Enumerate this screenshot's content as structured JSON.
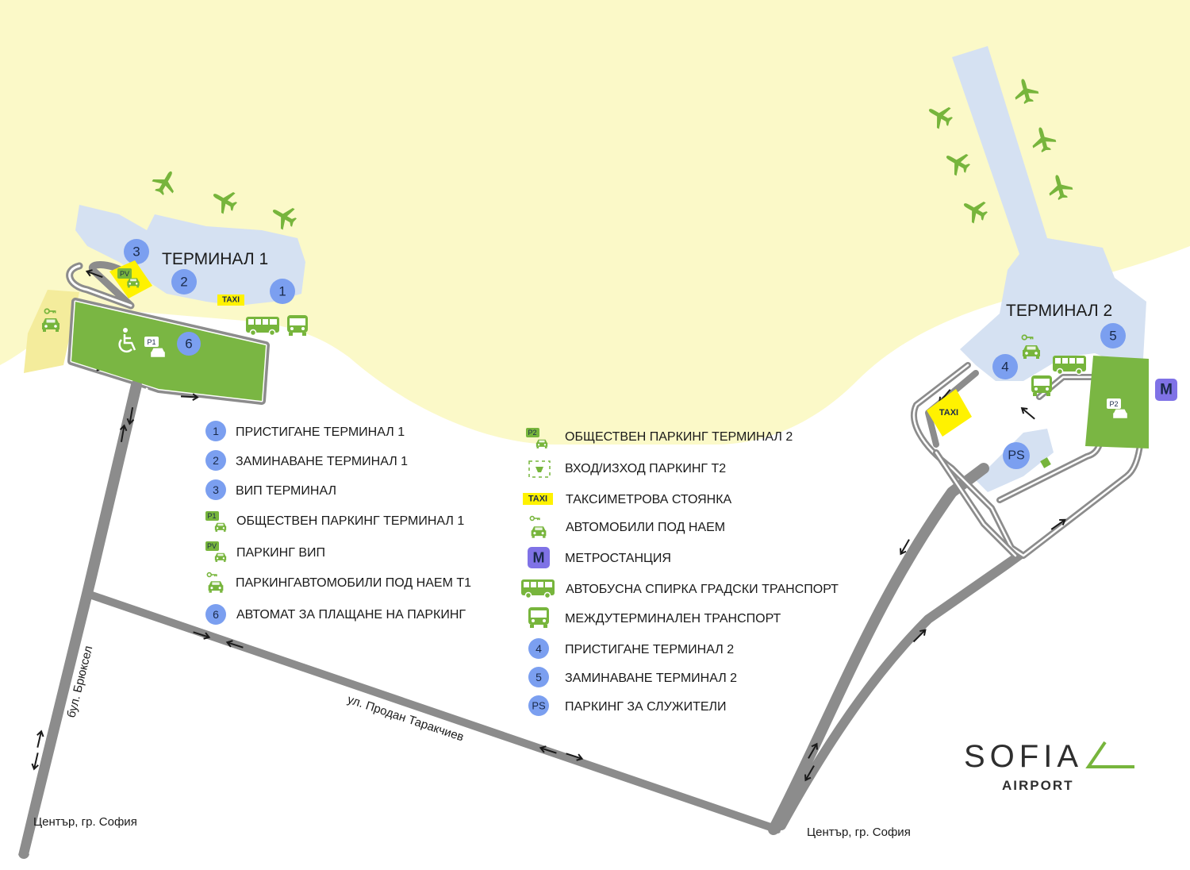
{
  "terminals": {
    "t1_title": "ТЕРМИНАЛ 1",
    "t2_title": "ТЕРМИНАЛ 2"
  },
  "badges": {
    "b1": "1",
    "b2": "2",
    "b3": "3",
    "b4": "4",
    "b5": "5",
    "b6": "6",
    "ps": "PS",
    "taxi": "TAXI",
    "metro": "M",
    "p1": "P1",
    "p2": "P2",
    "pv": "PV"
  },
  "streets": {
    "bruxel": "бул. Брюксел",
    "prodan": "ул. Продан Таракчиев",
    "center_left": "Център, гр. София",
    "center_right": "Център, гр. София"
  },
  "legend_left": [
    {
      "icon": "1",
      "label": "ПРИСТИГАНЕ ТЕРМИНАЛ 1"
    },
    {
      "icon": "2",
      "label": "ЗАМИНАВАНЕ ТЕРМИНАЛ 1"
    },
    {
      "icon": "3",
      "label": "ВИП ТЕРМИНАЛ"
    },
    {
      "icon": "P1",
      "label": "ОБЩЕСТВЕН ПАРКИНГ ТЕРМИНАЛ 1"
    },
    {
      "icon": "PV",
      "label": "ПАРКИНГ ВИП"
    },
    {
      "icon": "rent-car",
      "label": "ПАРКИНГАВТОМОБИЛИ ПОД НАЕМ Т1"
    },
    {
      "icon": "6",
      "label": "АВТОМАТ ЗА ПЛАЩАНЕ НА ПАРКИНГ"
    }
  ],
  "legend_right": [
    {
      "icon": "P2",
      "label": "ОБЩЕСТВЕН  ПАРКИНГ ТЕРМИНАЛ 2"
    },
    {
      "icon": "gate",
      "label": "ВХОД/ИЗХОД ПАРКИНГ Т2"
    },
    {
      "icon": "TAXI",
      "label": "ТАКСИМЕТРОВА СТОЯНКА"
    },
    {
      "icon": "rent-car",
      "label": "АВТОМОБИЛИ ПОД НАЕМ"
    },
    {
      "icon": "M",
      "label": "МЕТРОСТАНЦИЯ"
    },
    {
      "icon": "bus",
      "label": "АВТОБУСНА СПИРКА ГРАДСКИ ТРАНСПОРТ"
    },
    {
      "icon": "shuttle",
      "label": "МЕЖДУТЕРМИНАЛЕН ТРАНСПОРТ"
    },
    {
      "icon": "4",
      "label": "ПРИСТИГАНЕ ТЕРМИНАЛ 2"
    },
    {
      "icon": "5",
      "label": "ЗАМИНАВАНЕ ТЕРМИНАЛ 2"
    },
    {
      "icon": "PS",
      "label": "ПАРКИНГ ЗА СЛУЖИТЕЛИ"
    }
  ],
  "logo": {
    "name": "SOFIA",
    "sub": "AIRPORT"
  },
  "colors": {
    "airside": "#fbf9c8",
    "building": "#d5e1f2",
    "parking": "#7ab643",
    "road": "#8c8c8c",
    "badge": "#7b9ff0",
    "taxi": "#fff200",
    "metro": "#7f72e6",
    "plane": "#77b53c"
  }
}
